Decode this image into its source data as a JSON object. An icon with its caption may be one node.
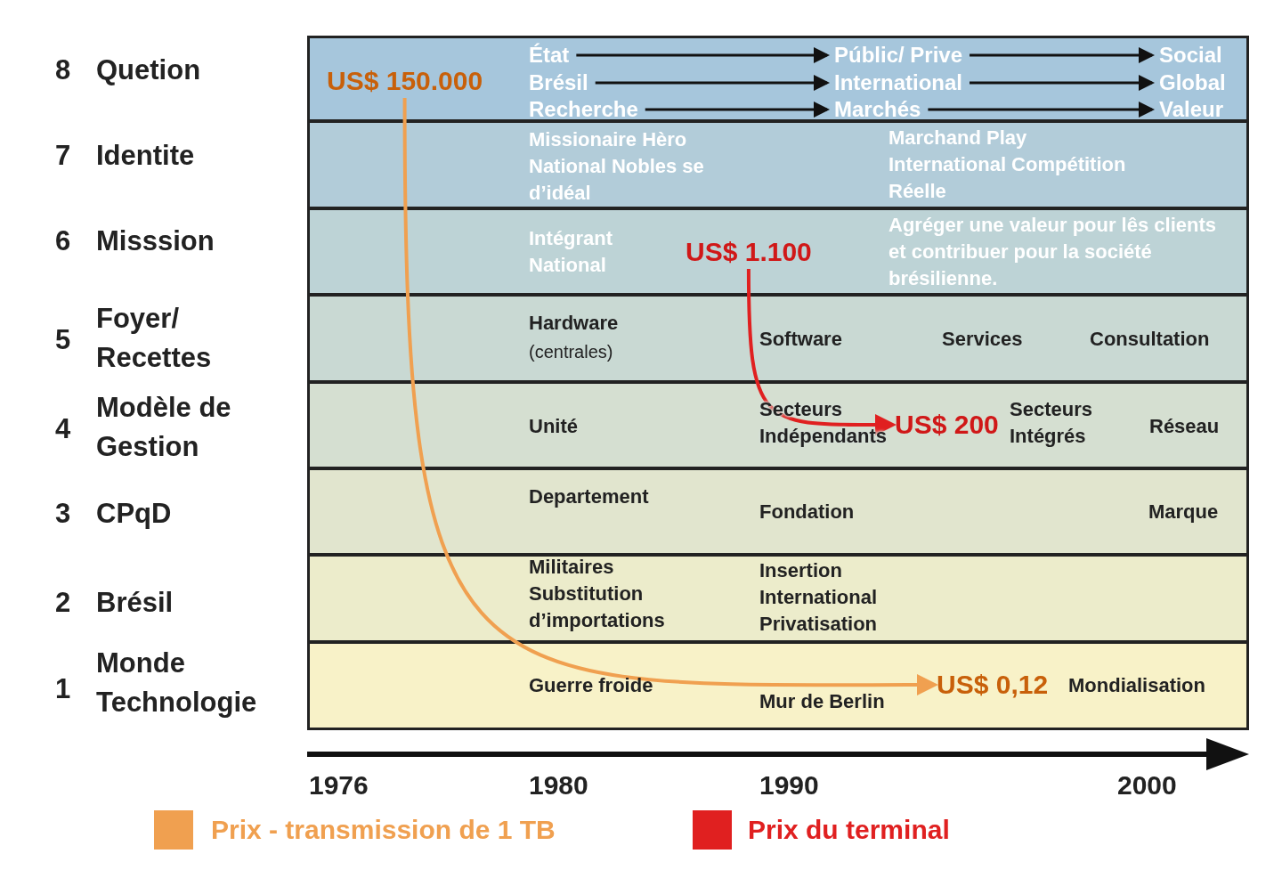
{
  "diagram": {
    "nodes": [
      {
        "text": [
          "US$ 150.000"
        ]
      },
      {
        "text": [
          "État"
        ]
      },
      {
        "text": [
          "Brésil"
        ]
      },
      {
        "text": [
          "Recherche"
        ]
      },
      {
        "text": [
          "Públic/ Prive"
        ]
      },
      {
        "text": [
          "International"
        ]
      },
      {
        "text": [
          "Marchés"
        ]
      },
      {
        "text": [
          "Social"
        ]
      },
      {
        "text": [
          "Global"
        ]
      },
      {
        "text": [
          "Valeur"
        ]
      },
      {
        "text": [
          "US$ 1.100"
        ]
      },
      {
        "text": [
          "US$ 200"
        ]
      },
      {
        "text": [
          "US$ 0,12"
        ]
      }
    ],
    "edges": [
      {
        "from": 1,
        "to": 4,
        "arrow": "to"
      },
      {
        "from": 4,
        "to": 7,
        "arrow": "to"
      },
      {
        "from": 2,
        "to": 5,
        "arrow": "to"
      },
      {
        "from": 5,
        "to": 8,
        "arrow": "to"
      },
      {
        "from": 3,
        "to": 6,
        "arrow": "to"
      },
      {
        "from": 6,
        "to": 9,
        "arrow": "to"
      },
      {
        "from": 0,
        "to": 12,
        "arrow": "to",
        "color": "#f0a050"
      },
      {
        "from": 10,
        "to": 11,
        "arrow": "to",
        "color": "#e02020"
      }
    ],
    "labels": [
      "8",
      "Quetion",
      "7",
      "Identite",
      "Missionaire Hèro National Nobles se d’idéal",
      "Marchand Play International Compétition Réelle",
      "6",
      "Misssion",
      "Intégrant National",
      "Agréger une valeur pour lês clients et contribuer pour la société brésilienne.",
      "5",
      "Foyer/ Recettes",
      "Hardware",
      "(centrales)",
      "Software",
      "Services",
      "Consultation",
      "4",
      "Modèle de Gestion",
      "Unité",
      "Secteurs Indépendants",
      "Secteurs Intégrés",
      "Réseau",
      "3",
      "CPqD",
      "Departement",
      "Fondation",
      "Marque",
      "2",
      "Brésil",
      "Militaires Substitution d’importations",
      "Insertion International Privatisation",
      "1",
      "Monde Technologie",
      "Guerre froide",
      "Mur de Berlin",
      "Mondialisation",
      "1976",
      "1980",
      "1990",
      "2000"
    ],
    "legend": [
      {
        "text": "Prix - transmission de 1 TB",
        "color": "#f0a050"
      },
      {
        "text": "Prix du terminal",
        "color": "#e02020"
      }
    ]
  }
}
